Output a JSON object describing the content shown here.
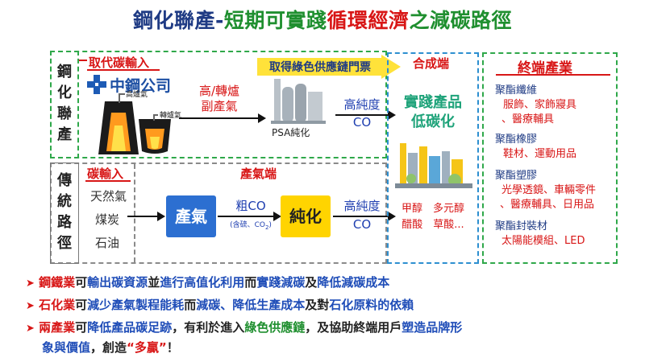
{
  "title": {
    "part1": "鋼化聯產-",
    "part2": "短期可實踐",
    "part3": "循環經濟",
    "part4": "之減碳路徑"
  },
  "top_section": {
    "label": "鋼\n化\n聯\n產",
    "carbon_input_label": "取代碳輸入",
    "company": "中鋼公司",
    "gas1": "高爐氣",
    "gas2": "轉爐氣",
    "byproduct": "高/轉爐\n副產氣",
    "psa": "PSA純化",
    "green_ticket": "取得綠色供應鏈門票",
    "high_purity": "高純度",
    "co": "CO"
  },
  "bottom_section": {
    "label": "傳\n統\n路\n徑",
    "carbon_input_label": "碳輸入",
    "sources": [
      "天然氣",
      "煤炭",
      "石油"
    ],
    "gas_end_label": "產氣端",
    "box_gas": "產氣",
    "crude_co": "粗CO",
    "crude_co_note": "(含硫、CO",
    "co2_sub": "2",
    "crude_co_close": ")",
    "box_purify": "純化",
    "high_purity": "高純度",
    "co": "CO"
  },
  "synthesis": {
    "label": "合成端",
    "practice": "實踐產品\n低碳化",
    "products_line1": "甲醇　多元醇",
    "products_line2": "醋酸　草酸..."
  },
  "end_industry": {
    "title": "終端產業",
    "groups": [
      {
        "name": "聚酯纖維",
        "items": [
          "服飾、家飾寢具",
          "、醫療輔具"
        ]
      },
      {
        "name": "聚酯橡膠",
        "items": [
          "鞋材、運動用品"
        ]
      },
      {
        "name": "聚酯塑膠",
        "items": [
          "光學透鏡、車輛零件",
          "、醫療輔具、日用品"
        ]
      },
      {
        "name": "聚酯封裝材",
        "items": [
          "太陽能模組、LED"
        ]
      }
    ]
  },
  "bullets": [
    {
      "a": "鋼鐵業",
      "b": "可",
      "c": "輸出碳資源",
      "d": "並",
      "e": "進行高值化利用",
      "f": "而",
      "g": "實踐減碳",
      "h": "及",
      "i": "降低減碳成本"
    },
    {
      "a": "石化業",
      "b": "可",
      "c": "減少產氣製程能耗",
      "d": "而",
      "e": "減碳、降低生產成本",
      "f": "及對",
      "g": "石化原料的依賴"
    },
    {
      "a": "兩產業",
      "b": "可",
      "c": "降低產品碳足跡",
      "d": "，有利於進入",
      "e": "綠色供應鏈",
      "f": "，及協助終端用戶",
      "g": "塑造品牌形",
      "h": "象與價值",
      "i": "，創造",
      "j": "“多贏”",
      "k": "！"
    }
  ],
  "colors": {
    "green": "#2fa84a",
    "red": "#d81616",
    "navy": "#1f3b84",
    "blue_box": "#2c6fd1",
    "yellow_box": "#ffd400"
  }
}
